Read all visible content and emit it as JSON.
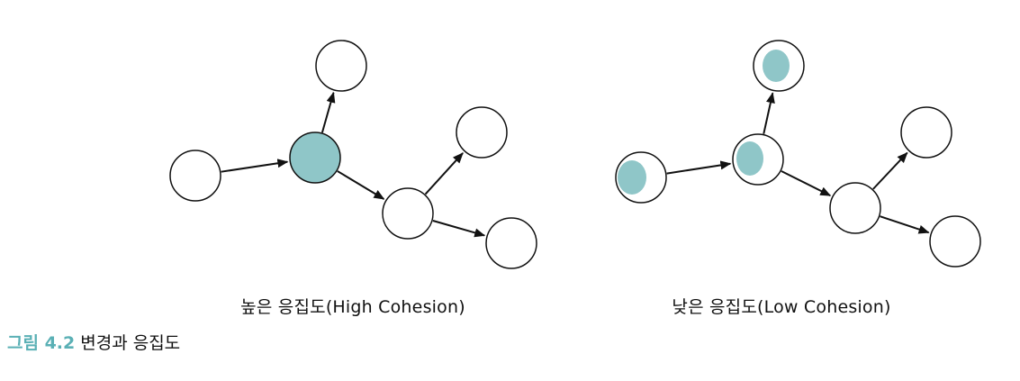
{
  "colors": {
    "accent": "#8fc6c8",
    "caption_accent": "#5ab0b5",
    "node_stroke": "#111111"
  },
  "diagrams": {
    "high": {
      "label": "높은 응집도(High Cohesion)"
    },
    "low": {
      "label": "낮은 응집도(Low Cohesion)"
    }
  },
  "caption": {
    "prefix": "그림 4.2",
    "text": "변경과 응집도"
  }
}
